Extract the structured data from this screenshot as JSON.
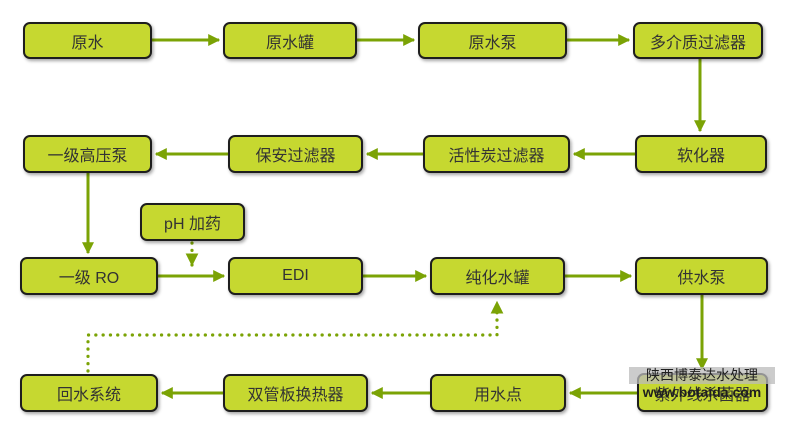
{
  "diagram": {
    "type": "flowchart",
    "subject": "water-treatment-process",
    "colors": {
      "node_fill": "#c6d830",
      "node_border": "#1e1e1e",
      "arrow": "#7ba305",
      "text": "#333333",
      "background": "#ffffff"
    },
    "nodes": {
      "raw_water": {
        "label": "原水"
      },
      "raw_water_tank": {
        "label": "原水罐"
      },
      "raw_water_pump": {
        "label": "原水泵"
      },
      "multimedia_filter": {
        "label": "多介质过滤器"
      },
      "softener": {
        "label": "软化器"
      },
      "carbon_filter": {
        "label": "活性炭过滤器"
      },
      "security_filter": {
        "label": "保安过滤器"
      },
      "hp_pump": {
        "label": "一级高压泵"
      },
      "ph_dosing": {
        "label": "pH 加药"
      },
      "ro_stage1": {
        "label": "一级 RO"
      },
      "edi": {
        "label": "EDI"
      },
      "purified_tank": {
        "label": "纯化水罐"
      },
      "supply_pump": {
        "label": "供水泵"
      },
      "uv_sterilizer": {
        "label": "紫外线杀菌器"
      },
      "use_point": {
        "label": "用水点"
      },
      "heat_exchanger": {
        "label": "双管板换热器"
      },
      "return_system": {
        "label": "回水系统"
      }
    },
    "edges": [
      {
        "from": "raw_water",
        "to": "raw_water_tank",
        "style": "solid"
      },
      {
        "from": "raw_water_tank",
        "to": "raw_water_pump",
        "style": "solid"
      },
      {
        "from": "raw_water_pump",
        "to": "multimedia_filter",
        "style": "solid"
      },
      {
        "from": "multimedia_filter",
        "to": "softener",
        "style": "solid"
      },
      {
        "from": "softener",
        "to": "carbon_filter",
        "style": "solid"
      },
      {
        "from": "carbon_filter",
        "to": "security_filter",
        "style": "solid"
      },
      {
        "from": "security_filter",
        "to": "hp_pump",
        "style": "solid"
      },
      {
        "from": "hp_pump",
        "to": "ro_stage1",
        "style": "solid"
      },
      {
        "from": "ro_stage1",
        "to": "edi",
        "style": "solid"
      },
      {
        "from": "edi",
        "to": "purified_tank",
        "style": "solid"
      },
      {
        "from": "purified_tank",
        "to": "supply_pump",
        "style": "solid"
      },
      {
        "from": "supply_pump",
        "to": "uv_sterilizer",
        "style": "solid"
      },
      {
        "from": "uv_sterilizer",
        "to": "use_point",
        "style": "solid"
      },
      {
        "from": "use_point",
        "to": "heat_exchanger",
        "style": "solid"
      },
      {
        "from": "heat_exchanger",
        "to": "return_system",
        "style": "solid"
      },
      {
        "from": "ph_dosing",
        "to": "ro_stage1-edi-line",
        "style": "dotted"
      },
      {
        "from": "return_system",
        "to": "purified_tank",
        "style": "dotted"
      }
    ],
    "watermark": {
      "line1": "陕西博泰达水处理",
      "line2": "www.botaida.com"
    }
  }
}
